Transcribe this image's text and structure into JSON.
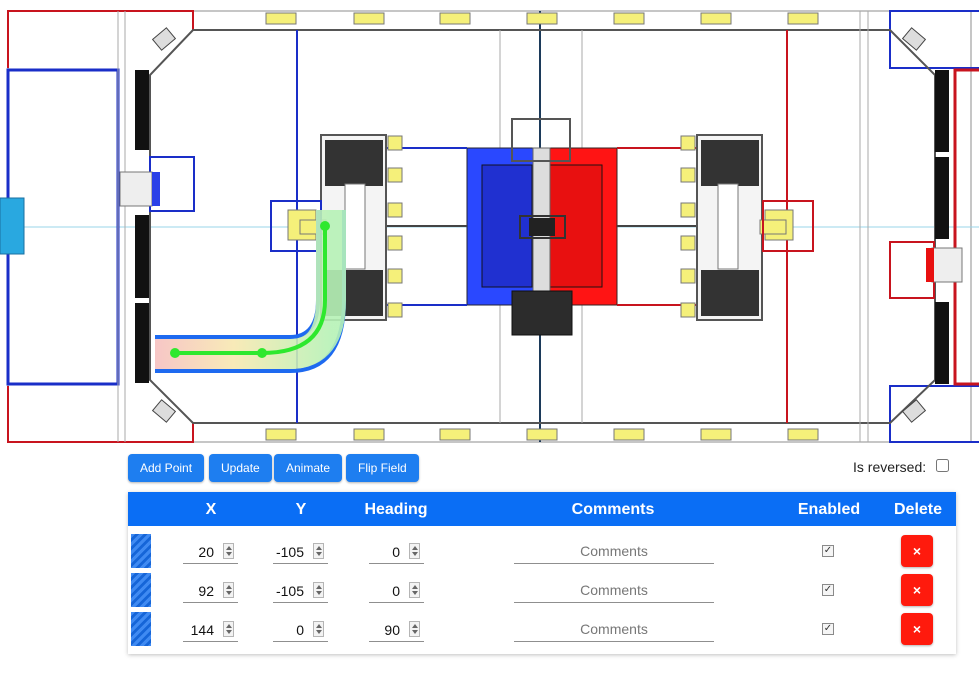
{
  "toolbar": {
    "add_point_label": "Add Point",
    "update_label": "Update",
    "animate_label": "Animate",
    "flip_field_label": "Flip Field"
  },
  "reversed": {
    "label": "Is reversed:",
    "checked": false
  },
  "table": {
    "headers": [
      "X",
      "Y",
      "Heading",
      "Comments",
      "Enabled",
      "Delete"
    ],
    "rows": [
      {
        "x": "20",
        "y": "-105",
        "heading": "0",
        "comment_placeholder": "Comments",
        "enabled": true
      },
      {
        "x": "92",
        "y": "-105",
        "heading": "0",
        "comment_placeholder": "Comments",
        "enabled": true
      },
      {
        "x": "144",
        "y": "0",
        "heading": "90",
        "comment_placeholder": "Comments",
        "enabled": true
      }
    ],
    "delete_glyph": "×",
    "enabled_glyph": "✓"
  },
  "colors": {
    "accent": "#0a6ef5",
    "button": "#1e7ef0",
    "delete": "#ff1a0d",
    "alliance_blue": "#1a2ec8",
    "alliance_red": "#cc1a1a",
    "path_green": "#2ee82e"
  },
  "icons": {
    "spinner": "spinner-arrows-icon",
    "delete": "close-icon",
    "enabled": "checkbox-icon"
  }
}
